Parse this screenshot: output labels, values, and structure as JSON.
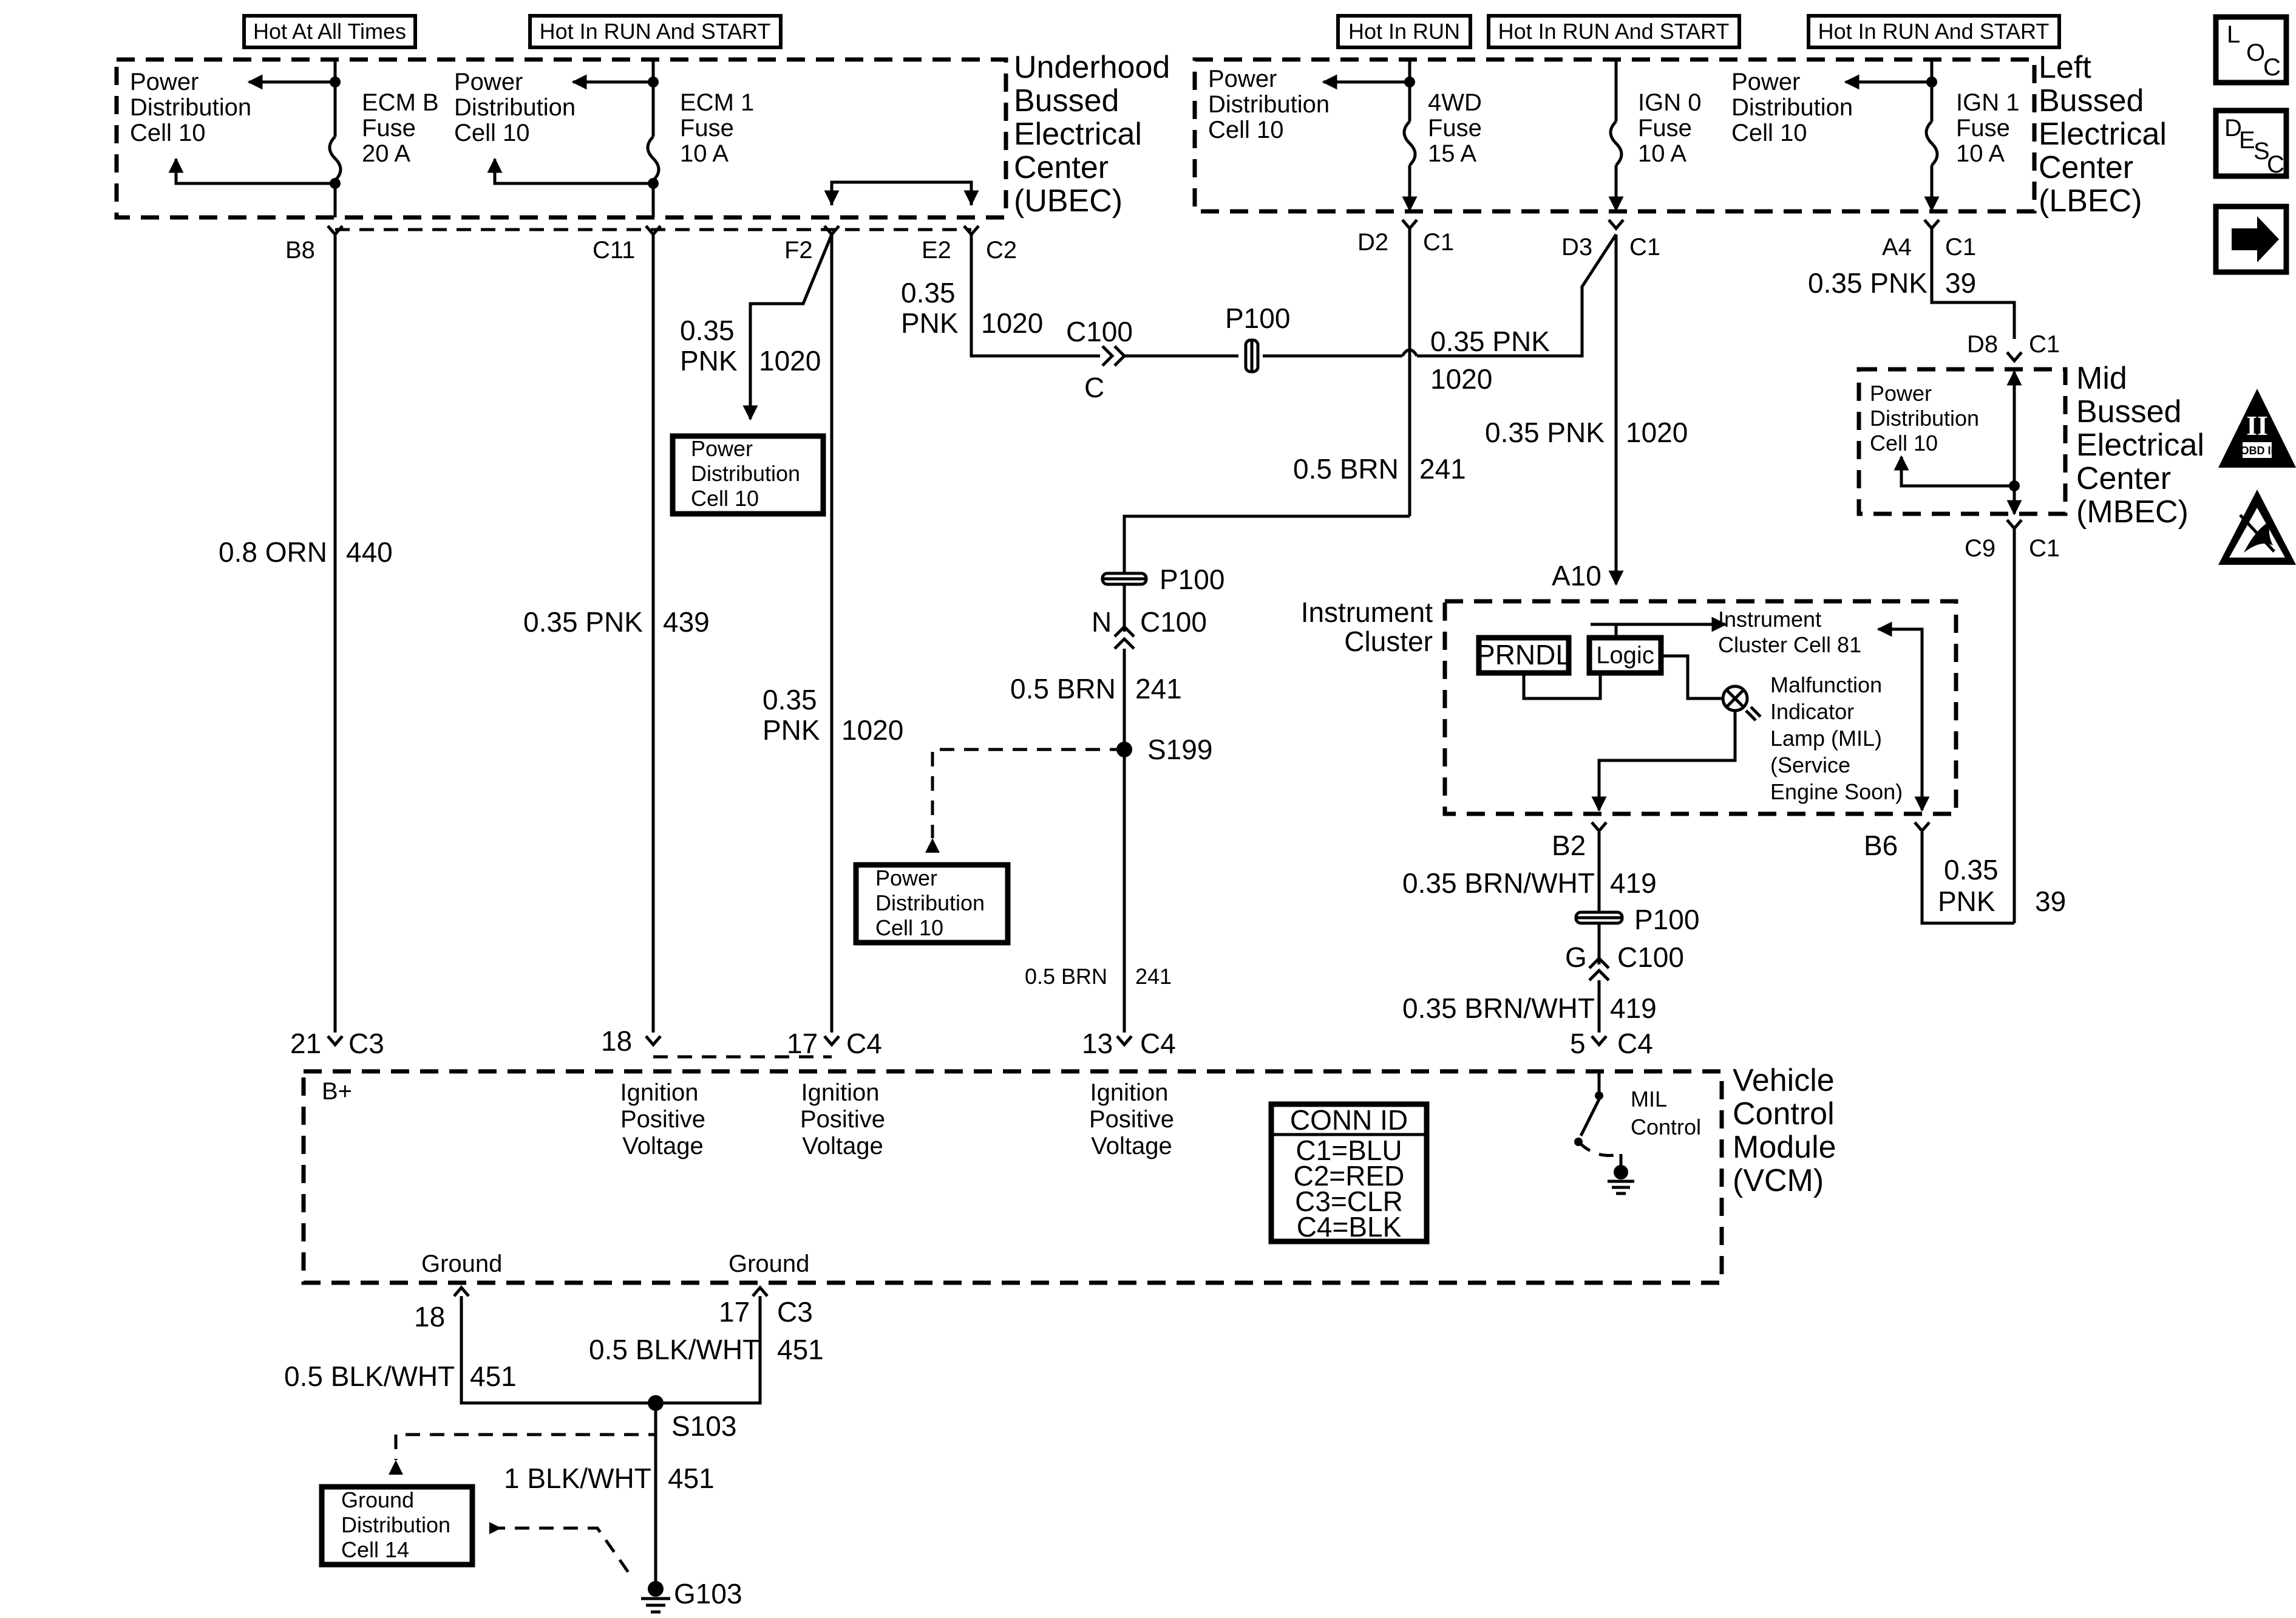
{
  "headers": {
    "hot_at_all_times": "Hot At All Times",
    "hot_run_start_1": "Hot In RUN And START",
    "hot_in_run": "Hot In RUN",
    "hot_run_start_2": "Hot In RUN And START",
    "hot_run_start_3": "Hot In RUN And START"
  },
  "ubec": {
    "l1": "Underhood",
    "l2": "Bussed",
    "l3": "Electrical",
    "l4": "Center",
    "l5": "(UBEC)"
  },
  "lbec": {
    "l1": "Left",
    "l2": "Bussed",
    "l3": "Electrical",
    "l4": "Center",
    "l5": "(LBEC)"
  },
  "mbec": {
    "l1": "Mid",
    "l2": "Bussed",
    "l3": "Electrical",
    "l4": "Center",
    "l5": "(MBEC)"
  },
  "vcm": {
    "l1": "Vehicle",
    "l2": "Control",
    "l3": "Module",
    "l4": "(VCM)"
  },
  "pdc": {
    "l1": "Power",
    "l2": "Distribution",
    "l3": "Cell 10"
  },
  "gdc": {
    "l1": "Ground",
    "l2": "Distribution",
    "l3": "Cell 14"
  },
  "fuses": {
    "ecmb": {
      "n": "ECM B",
      "f": "Fuse",
      "a": "20 A"
    },
    "ecm1": {
      "n": "ECM 1",
      "f": "Fuse",
      "a": "10 A"
    },
    "4wd": {
      "n": "4WD",
      "f": "Fuse",
      "a": "15 A"
    },
    "ign0": {
      "n": "IGN 0",
      "f": "Fuse",
      "a": "10 A"
    },
    "ign1": {
      "n": "IGN 1",
      "f": "Fuse",
      "a": "10 A"
    }
  },
  "pins": {
    "b8": "B8",
    "c11": "C11",
    "f2": "F2",
    "e2": "E2",
    "c2": "C2",
    "d2": "D2",
    "c1": "C1",
    "d3": "D3",
    "a4": "A4",
    "d8": "D8",
    "c9": "C9",
    "a10": "A10",
    "b2": "B2",
    "b6": "B6",
    "p21": "21",
    "p18": "18",
    "p17": "17",
    "p13": "13",
    "p5": "5",
    "c3": "C3",
    "c4": "C4",
    "n": "N",
    "g": "G",
    "c": "C"
  },
  "wires": {
    "orn": "0.8 ORN",
    "w440": "440",
    "pnk035": "0.35 PNK",
    "pnk035a": "0.35",
    "pnk": "PNK",
    "w439": "439",
    "w1020": "1020",
    "w39": "39",
    "brn05": "0.5 BRN",
    "w241": "241",
    "brnwht": "0.35 BRN/WHT",
    "w419": "419",
    "blkwht05": "0.5 BLK/WHT",
    "w451": "451",
    "blkwht1": "1 BLK/WHT"
  },
  "connectors": {
    "c100": "C100",
    "p100": "P100",
    "s199": "S199",
    "s103": "S103",
    "g103": "G103"
  },
  "cluster": {
    "title1": "Instrument",
    "title2": "Cluster",
    "prndl": "PRNDL",
    "logic": "Logic",
    "cell1": "Instrument",
    "cell2": "Cluster Cell 81",
    "mil1": "Malfunction",
    "mil2": "Indicator",
    "mil3": "Lamp (MIL)",
    "mil4": "(Service",
    "mil5": "Engine Soon)"
  },
  "vcm_labels": {
    "bplus": "B+",
    "ign1": "Ignition",
    "ign2": "Positive",
    "ign3": "Voltage",
    "mil1": "MIL",
    "mil2": "Control",
    "ground": "Ground"
  },
  "conn_id": {
    "title": "CONN ID",
    "c1": "C1=BLU",
    "c2": "C2=RED",
    "c3": "C3=CLR",
    "c4": "C4=BLK"
  },
  "side_icons": {
    "loc": "L O C",
    "desc": "D E S C",
    "next": "arrow-right-icon",
    "obd": "OBD II",
    "esd": "esd-icon"
  }
}
